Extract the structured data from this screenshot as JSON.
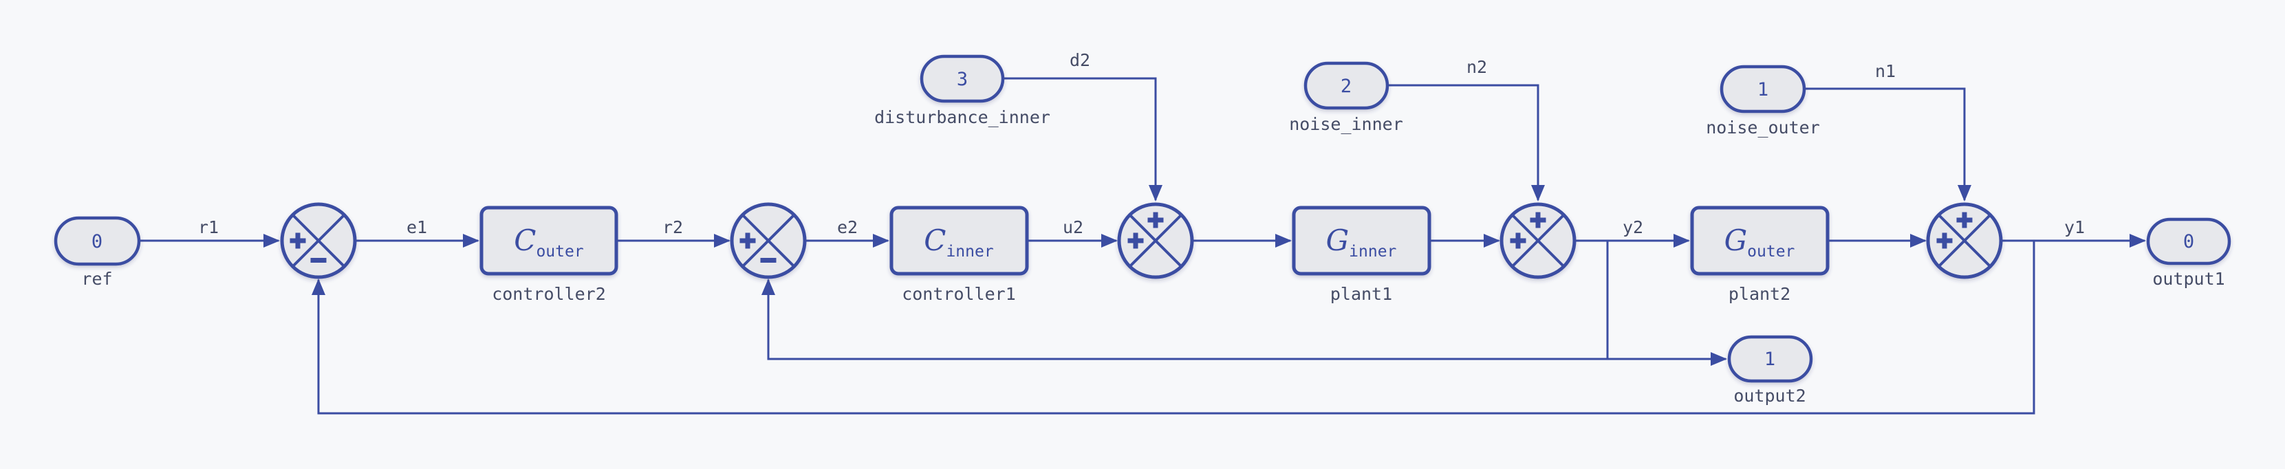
{
  "colors": {
    "background": "#f7f8fa",
    "accent_stroke": "#3b4da2",
    "shape_fill": "#e7e8ec",
    "label_text": "#454c66"
  },
  "sources": {
    "ref": {
      "value": "0",
      "label": "ref"
    },
    "disturbance_inner": {
      "value": "3",
      "label": "disturbance_inner"
    },
    "noise_inner": {
      "value": "2",
      "label": "noise_inner"
    },
    "noise_outer": {
      "value": "1",
      "label": "noise_outer"
    }
  },
  "outputs": {
    "output1": {
      "value": "0",
      "label": "output1"
    },
    "output2": {
      "value": "1",
      "label": "output2"
    }
  },
  "blocks": {
    "controller2": {
      "symbol": "C",
      "subscript": "outer",
      "label": "controller2"
    },
    "controller1": {
      "symbol": "C",
      "subscript": "inner",
      "label": "controller1"
    },
    "plant1": {
      "symbol": "G",
      "subscript": "inner",
      "label": "plant1"
    },
    "plant2": {
      "symbol": "G",
      "subscript": "outer",
      "label": "plant2"
    }
  },
  "signals": {
    "r1": "r1",
    "e1": "e1",
    "r2": "r2",
    "e2": "e2",
    "u2": "u2",
    "y2": "y2",
    "y1": "y1",
    "d2": "d2",
    "n2": "n2",
    "n1": "n1"
  },
  "junctions": [
    {
      "id": "sum1",
      "inputs": {
        "left": "+",
        "bottom": "−"
      }
    },
    {
      "id": "sum2",
      "inputs": {
        "left": "+",
        "bottom": "−"
      }
    },
    {
      "id": "sum3",
      "inputs": {
        "top": "+",
        "left": "+"
      }
    },
    {
      "id": "sum4",
      "inputs": {
        "top": "+",
        "left": "+"
      }
    },
    {
      "id": "sum5",
      "inputs": {
        "top": "+",
        "left": "+"
      }
    }
  ]
}
